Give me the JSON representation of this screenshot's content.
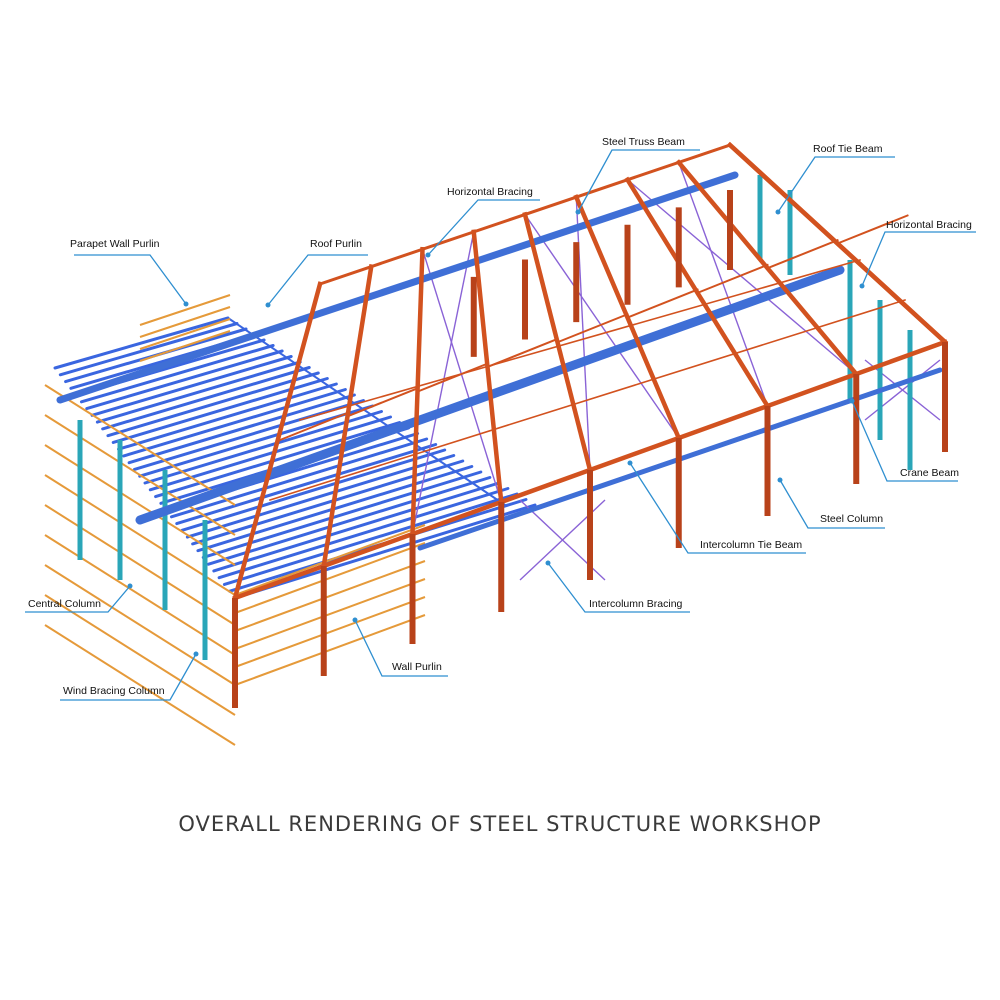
{
  "caption": "OVERALL RENDERING OF STEEL STRUCTURE WORKSHOP",
  "labels": {
    "steel_truss_beam": "Steel Truss Beam",
    "roof_tie_beam": "Roof Tie Beam",
    "horizontal_bracing_top": "Horizontal Bracing",
    "horizontal_bracing_right": "Horizontal Bracing",
    "parapet_wall_purlin": "Parapet Wall Purlin",
    "roof_purlin": "Roof Purlin",
    "crane_beam": "Crane Beam",
    "steel_column": "Steel Column",
    "intercolumn_tie_beam": "Intercolumn Tie Beam",
    "intercolumn_bracing": "Intercolumn Bracing",
    "central_column": "Central Column",
    "wall_purlin": "Wall Purlin",
    "wind_bracing_column": "Wind Bracing Column"
  },
  "colors": {
    "steel_frame": "#d2521f",
    "crane_beam": "#3f6fd6",
    "roof_purlin": "#3a66e0",
    "bracing": "#8a63d6",
    "wall_purlin": "#e59a3a",
    "wind_column": "#2aa6b8",
    "callout_line": "#2f8fd0"
  }
}
